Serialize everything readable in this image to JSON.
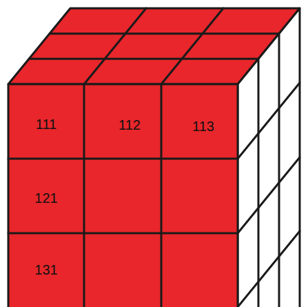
{
  "diagram": {
    "labels": [
      "111",
      "112",
      "113",
      "121",
      "131"
    ]
  }
}
